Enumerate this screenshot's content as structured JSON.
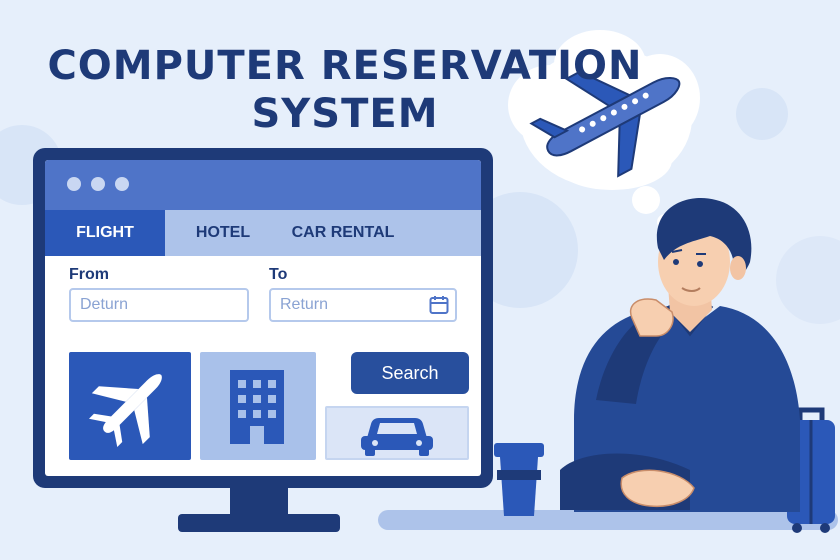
{
  "title": {
    "line1": "COMPUTER RESERVATION",
    "line2": "SYSTEM"
  },
  "tabs": [
    {
      "label": "FLIGHT",
      "active": true
    },
    {
      "label": "HOTEL",
      "active": false
    },
    {
      "label": "CAR RENTAL",
      "active": false
    }
  ],
  "form": {
    "from_label": "From",
    "to_label": "To",
    "from_placeholder": "Deturn",
    "to_placeholder": "Return",
    "search_label": "Search"
  },
  "colors": {
    "navy": "#1e3a78",
    "blue": "#2b58b8",
    "light_blue": "#adc3ea",
    "background": "#e6effb"
  },
  "icons": [
    "airplane-icon",
    "hotel-building-icon",
    "car-icon",
    "calendar-icon"
  ]
}
